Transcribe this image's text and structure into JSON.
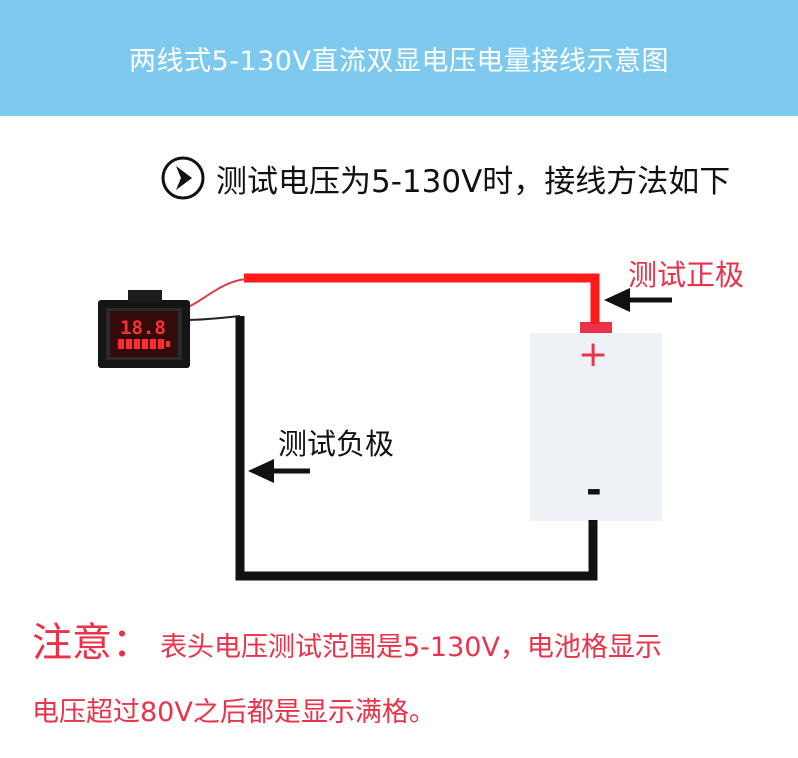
{
  "header": {
    "title": "两线式5-130V直流双显电压电量接线示意图",
    "background_color": "#7ecaee"
  },
  "subtitle": {
    "icon": "circle-arrow-right-icon",
    "text": "测试电压为5-130V时，接线方法如下"
  },
  "diagram": {
    "positive_label": "测试正极",
    "negative_label": "测试负极",
    "terminal_positive": "+",
    "terminal_negative": "-",
    "meter_display": "18.8",
    "colors": {
      "positive_wire": "#ff1a1a",
      "negative_wire": "#111111",
      "label_red": "#e8334a",
      "battery_body": "#eef1f6"
    }
  },
  "note": {
    "prefix": "注意：",
    "line1": "表头电压测试范围是5-130V，电池格显示",
    "line2": "电压超过80V之后都是显示满格。"
  }
}
